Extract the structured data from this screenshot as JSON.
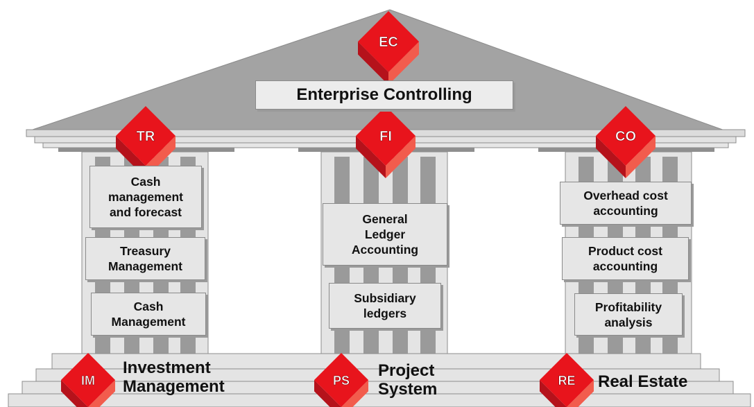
{
  "roof": {
    "badge": "EC",
    "title": "Enterprise Controlling"
  },
  "pillars": [
    {
      "badge": "TR",
      "modules": [
        "Cash\nmanagement\nand forecast",
        "Treasury\nManagement",
        "Cash\nManagement"
      ]
    },
    {
      "badge": "FI",
      "modules": [
        "General\nLedger\nAccounting",
        "Subsidiary\nledgers"
      ]
    },
    {
      "badge": "CO",
      "modules": [
        "Overhead cost\naccounting",
        "Product cost\naccounting",
        "Profitability\nanalysis"
      ]
    }
  ],
  "base": [
    {
      "badge": "IM",
      "label": "Investment\nManagement"
    },
    {
      "badge": "PS",
      "label": "Project\nSystem"
    },
    {
      "badge": "RE",
      "label": "Real Estate"
    }
  ],
  "colors": {
    "badge_top": "#e8141c",
    "badge_left": "#b5121b",
    "badge_right": "#f25c4d",
    "roof": "#a3a3a3",
    "stone": "#dcdcdc",
    "stone_edge": "#8c8c8c",
    "column_dark": "#9a9a9a"
  }
}
